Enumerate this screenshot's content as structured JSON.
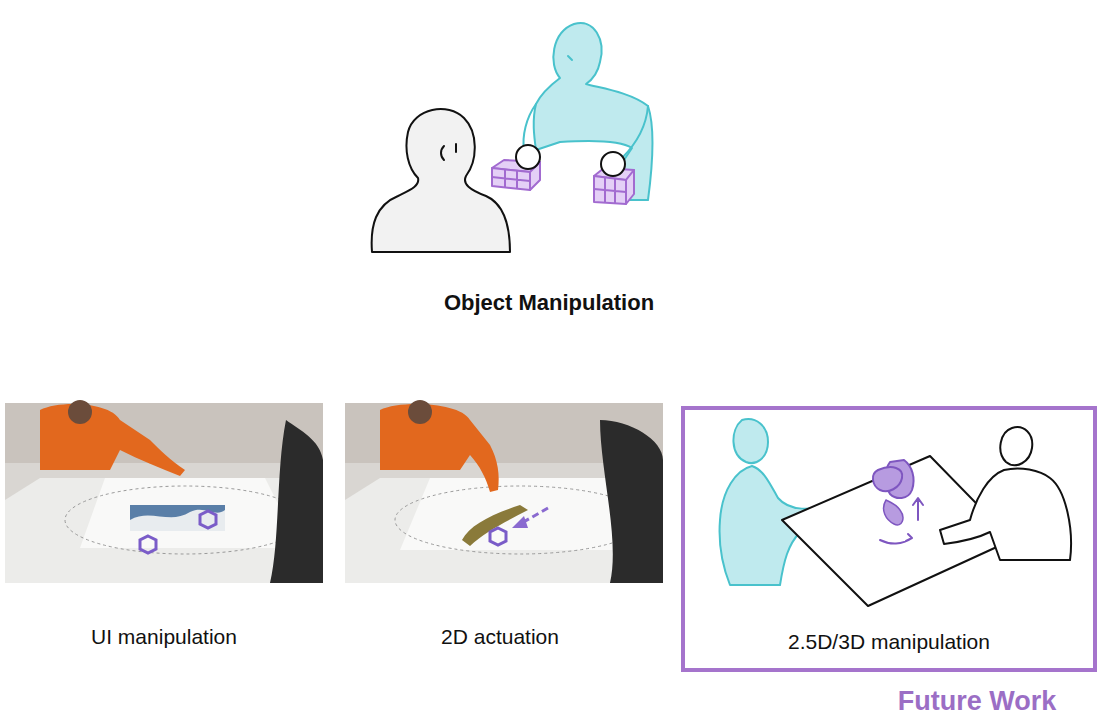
{
  "diagram": {
    "nodes": [
      {
        "text": [
          "2.5D/3D manipulation",
          "Future Work"
        ]
      }
    ],
    "labels": [
      "Object Manipulation",
      "UI manipulation",
      "2D actuation"
    ]
  }
}
